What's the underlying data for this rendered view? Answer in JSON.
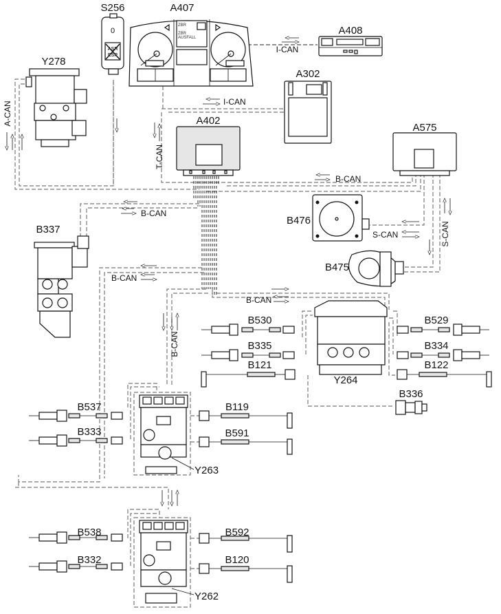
{
  "diagram": {
    "title": "",
    "components": {
      "S256": {
        "label": "S256",
        "switch_position": "0",
        "switch_text": [
          "ASR",
          "ESP"
        ]
      },
      "A407": {
        "label": "A407",
        "display_lines": [
          "ZBR",
          "ZBR",
          "AUSFALL"
        ]
      },
      "A408": {
        "label": "A408"
      },
      "A302": {
        "label": "A302"
      },
      "A402": {
        "label": "A402"
      },
      "A575": {
        "label": "A575"
      },
      "Y278": {
        "label": "Y278"
      },
      "B337": {
        "label": "B337"
      },
      "B476": {
        "label": "B476"
      },
      "B475": {
        "label": "B475"
      },
      "Y264": {
        "label": "Y264"
      },
      "B530": {
        "label": "B530"
      },
      "B335": {
        "label": "B335"
      },
      "B121": {
        "label": "B121"
      },
      "B529": {
        "label": "B529"
      },
      "B334": {
        "label": "B334"
      },
      "B122": {
        "label": "B122"
      },
      "B336": {
        "label": "B336"
      },
      "Y263": {
        "label": "Y263"
      },
      "B537": {
        "label": "B537"
      },
      "B333": {
        "label": "B333"
      },
      "B119": {
        "label": "B119"
      },
      "B591": {
        "label": "B591"
      },
      "Y262": {
        "label": "Y262"
      },
      "B538": {
        "label": "B538"
      },
      "B332": {
        "label": "B332"
      },
      "B592": {
        "label": "B592"
      },
      "B120": {
        "label": "B120"
      }
    },
    "buses": {
      "i_can_top": "I-CAN",
      "i_can_mid": "I-CAN",
      "a_can": "A-CAN",
      "t_can": "T-CAN",
      "b_can_a575": "B-CAN",
      "b_can_b337": "B-CAN",
      "b_can_left": "B-CAN",
      "b_can_y264": "B-CAN",
      "b_can_vertical": "B-CAN",
      "s_can_horizontal": "S-CAN",
      "s_can_vertical": "S-CAN"
    }
  }
}
